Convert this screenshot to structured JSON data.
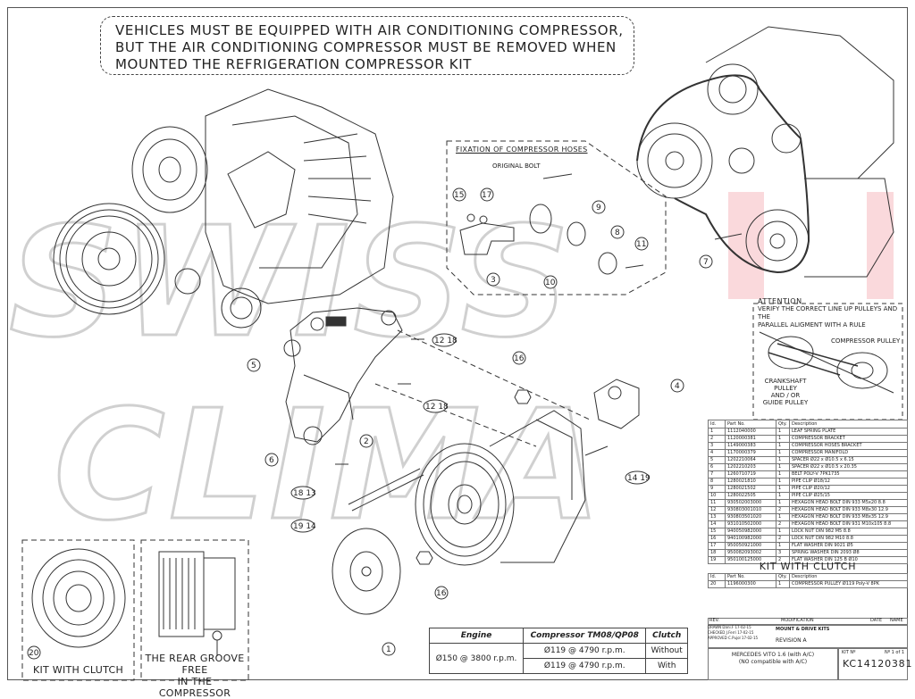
{
  "note": {
    "line1": "VEHICLES MUST BE EQUIPPED WITH AIR CONDITIONING COMPRESSOR,",
    "line2": "BUT THE AIR CONDITIONING COMPRESSOR MUST BE REMOVED WHEN",
    "line3": "MOUNTED THE REFRIGERATION COMPRESSOR KIT"
  },
  "watermark": {
    "line1": "SWISS",
    "line2": "CLIMA",
    "color_red": "#e8394a",
    "color_gray": "#d9d9d9"
  },
  "fixation": {
    "title": "FIXATION OF COMPRESSOR HOSES",
    "original_bolt": "ORIGINAL BOLT"
  },
  "callouts": {
    "c1": "1",
    "c2": "2",
    "c3": "3",
    "c4": "4",
    "c5": "5",
    "c6": "6",
    "c7": "7",
    "c8": "8",
    "c9": "9",
    "c10": "10",
    "c11": "11",
    "c15": "15",
    "c16a": "16",
    "c16b": "16",
    "c17": "17",
    "c20": "20",
    "c12_18a": "12 18",
    "c12_18b": "12 18",
    "c18_13": "18 13",
    "c19_14": "19 14",
    "c14_19": "14 19"
  },
  "attention": {
    "title": "ATTENTION",
    "line1": "VERIFY THE CORRECT LINE UP PULLEYS AND THE",
    "line2": "PARALLEL ALIGMENT WITH A RULE",
    "compressor_pulley": "COMPRESSOR PULLEY",
    "crank1": "CRANKSHAFT PULLEY",
    "crank2": "AND / OR",
    "crank3": "GUIDE PULLEY"
  },
  "parts_table": {
    "headers": [
      "Id.",
      "Part No.",
      "Qty.",
      "Description"
    ],
    "rows": [
      [
        "1",
        "1112040000",
        "1",
        "LEAF SPRING PLATE"
      ],
      [
        "2",
        "1120000381",
        "1",
        "COMPRESSOR BRACKET"
      ],
      [
        "3",
        "1149000383",
        "1",
        "COMPRESSOR HOSES BRACKET"
      ],
      [
        "4",
        "1170000379",
        "1",
        "COMPRESSOR MANIFOLD"
      ],
      [
        "5",
        "1202210064",
        "1",
        "SPACER Ø22 x Ø10.5 x 6.15"
      ],
      [
        "6",
        "1202210203",
        "1",
        "SPACER Ø22 x Ø10.5 x 20.35"
      ],
      [
        "7",
        "1260710719",
        "1",
        "BELT POLY-V 7PK1735"
      ],
      [
        "8",
        "1280021810",
        "1",
        "PIPE CLIP Ø18/12"
      ],
      [
        "9",
        "1280021502",
        "1",
        "PIPE CLIP Ø20/12"
      ],
      [
        "10",
        "1280022505",
        "1",
        "PIPE CLIP Ø25/15"
      ],
      [
        "11",
        "930502003000",
        "1",
        "HEXAGON HEAD BOLT DIN 933 M5x20 8.8"
      ],
      [
        "12",
        "930803001010",
        "2",
        "HEXAGON HEAD BOLT DIN 933 M8x30 12.9"
      ],
      [
        "13",
        "930803501020",
        "1",
        "HEXAGON HEAD BOLT DIN 933 M8x35 12.9"
      ],
      [
        "14",
        "931010502000",
        "2",
        "HEXAGON HEAD BOLT DIN 931 M10x105 8.8"
      ],
      [
        "15",
        "940050982000",
        "1",
        "LOCK NUT DIN 982 M5 8.8"
      ],
      [
        "16",
        "940100982000",
        "2",
        "LOCK NUT DIN 982 M10 8.8"
      ],
      [
        "17",
        "950050921000",
        "1",
        "FLAT WASHER DIN 9021 Ø5"
      ],
      [
        "18",
        "950082093002",
        "3",
        "SPRING WASHER DIN 2093 Ø8"
      ],
      [
        "19",
        "950100125000",
        "2",
        "FLAT WASHER DIN 125 B Ø10"
      ]
    ]
  },
  "kit_clutch": {
    "title": "KIT WITH CLUTCH",
    "headers": [
      "Id.",
      "Part No.",
      "Qty.",
      "Description"
    ],
    "row": [
      "20",
      "1196000300",
      "1",
      "COMPRESSOR PULLEY Ø119 Poly-V 8PK"
    ]
  },
  "insets": {
    "left_caption": "KIT WITH CLUTCH",
    "mid_caption1": "THE REAR GROOVE FREE",
    "mid_caption2": "IN THE COMPRESSOR"
  },
  "engine_table": {
    "headers": [
      "Engine",
      "Compressor TM08/QP08",
      "Clutch"
    ],
    "rows": [
      [
        "Ø150 @ 3800 r.p.m.",
        "Ø119 @ 4790 r.p.m.",
        "Without"
      ],
      [
        "",
        "Ø119 @ 4790 r.p.m.",
        "With"
      ]
    ]
  },
  "title_block": {
    "rev": "REV.",
    "modification": "MODIFICATION",
    "date": "DATE",
    "name": "NAME",
    "drawn": "DRAWN   Dani.F   17-02-15",
    "checked": "CHECKED  J.Ferri   17-02-15",
    "approved": "APPROVED  C.Pujol   17-02-15",
    "mount": "MOUNT & DRIVE KITS",
    "revision": "REVISION  A",
    "vehicle1": "MERCEDES VITO 1.6 (with A/C)",
    "vehicle2": "(NO compatible with A/C)",
    "kit_label": "KIT Nº",
    "sheet": "Nº 1 of 1",
    "kit_number": "KC14120381"
  }
}
